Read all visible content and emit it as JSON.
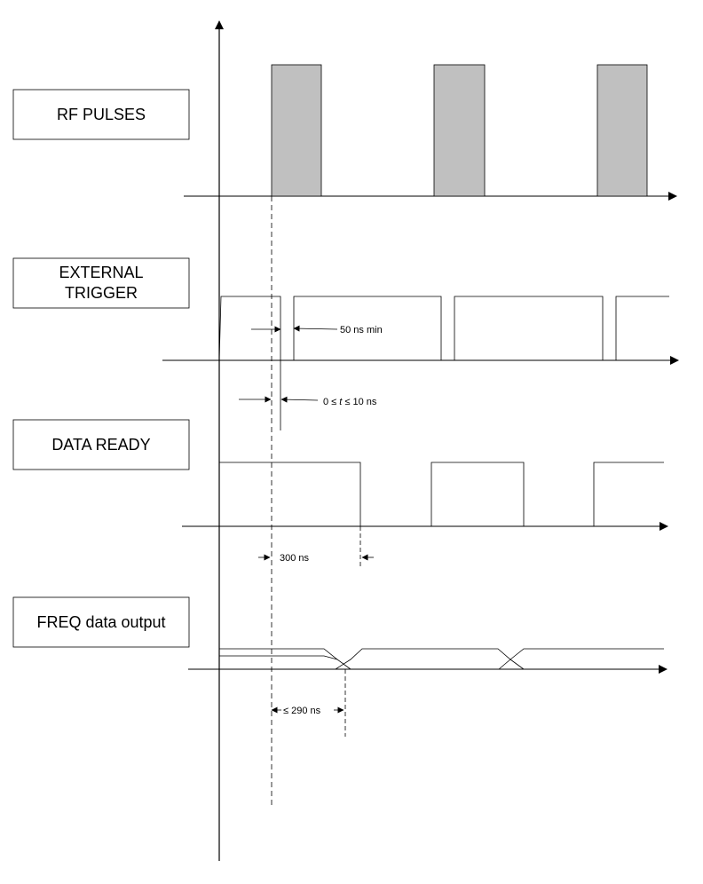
{
  "signals": {
    "rf_pulses": {
      "label": "RF PULSES"
    },
    "external_trigger": {
      "label_line1": "EXTERNAL",
      "label_line2": "TRIGGER"
    },
    "data_ready": {
      "label": "DATA READY"
    },
    "freq_output": {
      "label": "FREQ data output"
    }
  },
  "annotations": {
    "min_low": "50 ns min",
    "delay_prefix": "0 ≤ ",
    "delay_var": "t",
    "delay_suffix": " ≤ 10 ns",
    "ready_delay": "300  ns",
    "output_delay": "≤ 290 ns"
  },
  "colors": {
    "line": "#000000",
    "pulse_fill": "#c0c0c0",
    "background": "#ffffff"
  }
}
